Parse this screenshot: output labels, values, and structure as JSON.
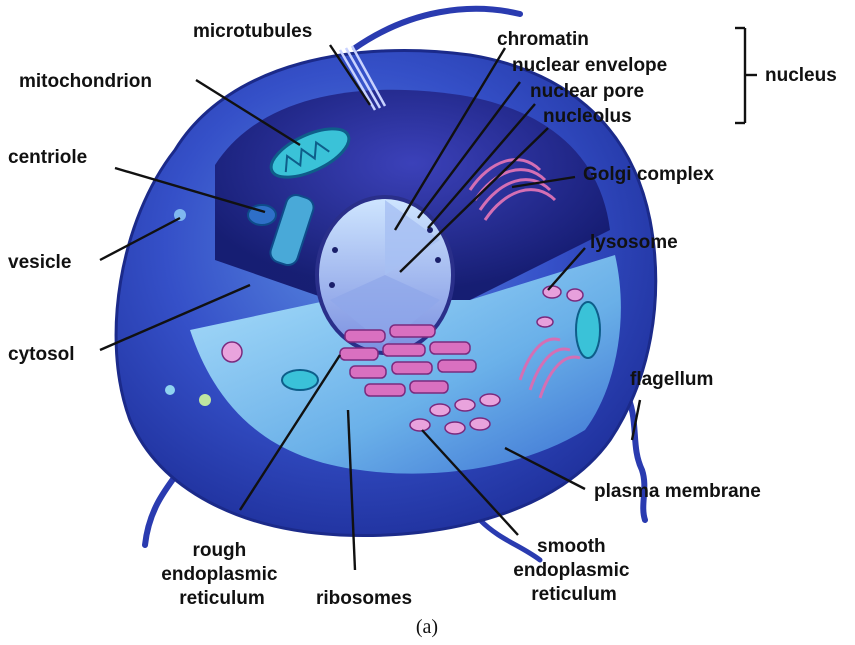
{
  "labels": {
    "microtubules": "microtubules",
    "mitochondrion": "mitochondrion",
    "centriole": "centriole",
    "vesicle": "vesicle",
    "cytosol": "cytosol",
    "chromatin": "chromatin",
    "nuclear_envelope": "nuclear envelope",
    "nuclear_pore": "nuclear pore",
    "nucleolus": "nucleolus",
    "nucleus": "nucleus",
    "golgi_complex": "Golgi complex",
    "lysosome": "lysosome",
    "flagellum": "flagellum",
    "plasma_membrane": "plasma membrane",
    "rough_er": [
      "rough",
      "endoplasmic",
      "reticulum"
    ],
    "ribosomes": "ribosomes",
    "smooth_er": [
      "smooth",
      "endoplasmic",
      "reticulum"
    ]
  },
  "caption": "(a)",
  "colors": {
    "cell_outer": "#2b45b5",
    "cell_inner": "#1a237e",
    "cytosol_light": "#8fd3f0",
    "organelle_pink": "#d46fb4",
    "text": "#111111"
  }
}
